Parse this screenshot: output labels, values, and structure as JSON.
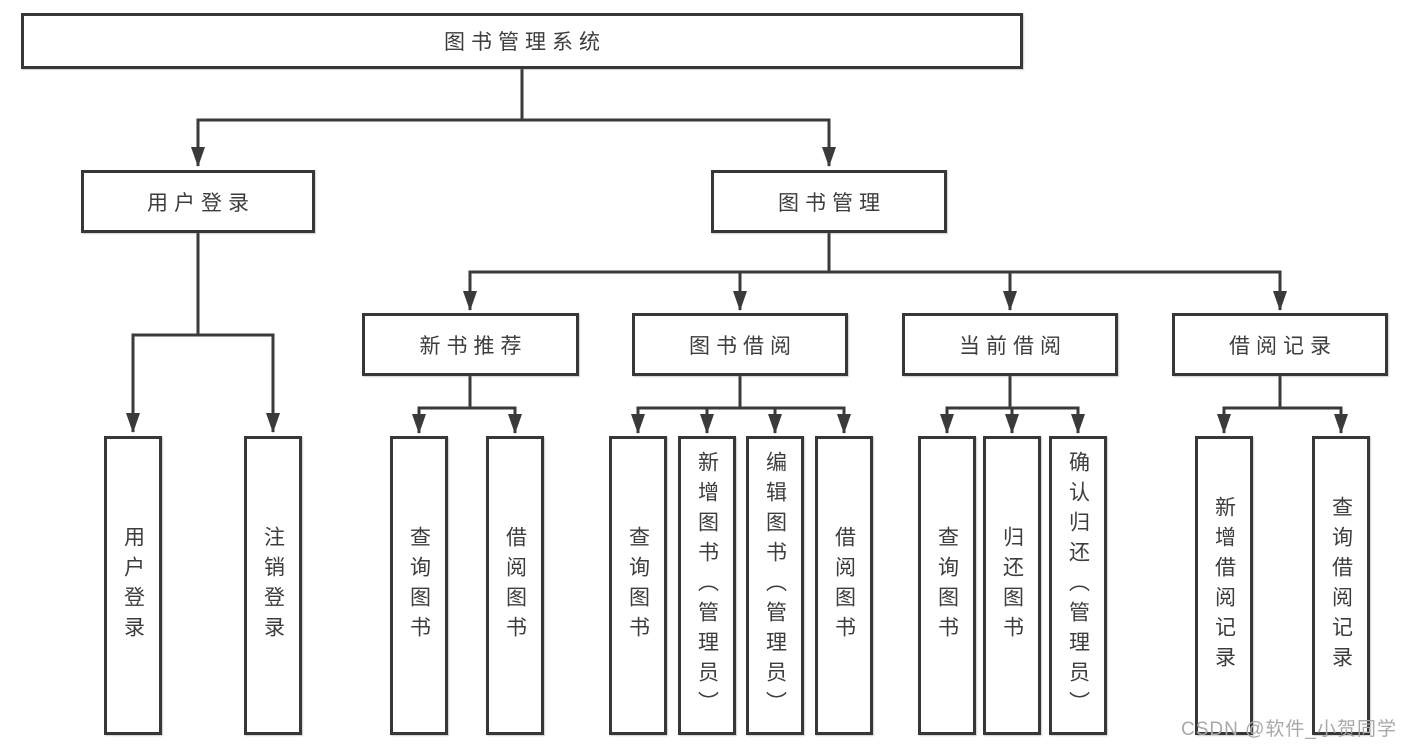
{
  "diagram": {
    "title_node": {
      "label": "图书管理系统"
    },
    "level2": [
      {
        "id": "user-login",
        "label": "用户登录"
      },
      {
        "id": "book-management",
        "label": "图书管理"
      }
    ],
    "level3": [
      {
        "id": "new-book-recommend",
        "label": "新书推荐",
        "parent": "图书管理"
      },
      {
        "id": "book-borrow",
        "label": "图书借阅",
        "parent": "图书管理"
      },
      {
        "id": "current-borrow",
        "label": "当前借阅",
        "parent": "图书管理"
      },
      {
        "id": "borrow-record",
        "label": "借阅记录",
        "parent": "图书管理"
      }
    ],
    "leaves": [
      {
        "id": "leaf-user-login",
        "label": "用户登录",
        "parent": "用户登录"
      },
      {
        "id": "leaf-logout",
        "label": "注销登录",
        "parent": "用户登录"
      },
      {
        "id": "leaf-query-book-1",
        "label": "查询图书",
        "parent": "新书推荐"
      },
      {
        "id": "leaf-borrow-book-1",
        "label": "借阅图书",
        "parent": "新书推荐"
      },
      {
        "id": "leaf-query-book-2",
        "label": "查询图书",
        "parent": "图书借阅"
      },
      {
        "id": "leaf-add-book-admin",
        "label": "新增图书（管理员）",
        "parent": "图书借阅"
      },
      {
        "id": "leaf-edit-book-admin",
        "label": "编辑图书（管理员）",
        "parent": "图书借阅"
      },
      {
        "id": "leaf-borrow-book-2",
        "label": "借阅图书",
        "parent": "图书借阅"
      },
      {
        "id": "leaf-query-book-3",
        "label": "查询图书",
        "parent": "当前借阅"
      },
      {
        "id": "leaf-return-book",
        "label": "归还图书",
        "parent": "当前借阅"
      },
      {
        "id": "leaf-confirm-return-admin",
        "label": "确认归还（管理员）",
        "parent": "当前借阅"
      },
      {
        "id": "leaf-add-borrow-record",
        "label": "新增借阅记录",
        "parent": "借阅记录"
      },
      {
        "id": "leaf-query-borrow-record",
        "label": "查询借阅记录",
        "parent": "借阅记录"
      }
    ],
    "line_color": "#3a3a3a",
    "text_color": "#3d3d3d"
  },
  "watermark": {
    "text": "CSDN @软件_小贺同学",
    "color": "#a9a9a9"
  }
}
